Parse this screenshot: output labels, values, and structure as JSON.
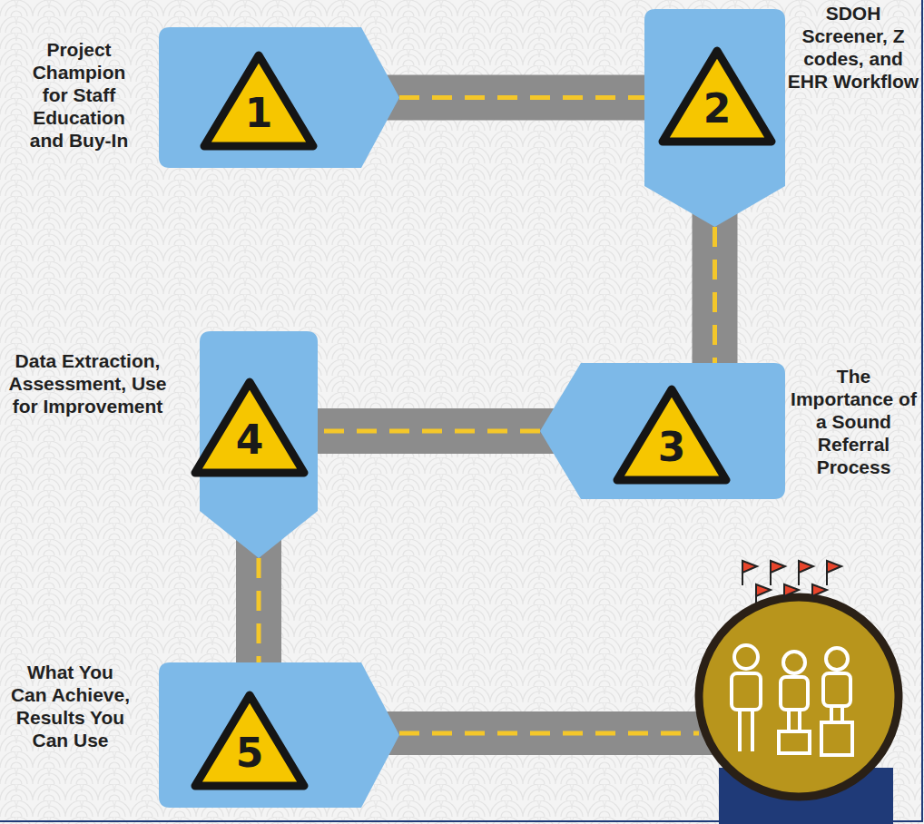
{
  "diagram": {
    "nodes": [
      {
        "text": [
          "Project Champion for Staff Education and Buy-In",
          "1"
        ]
      },
      {
        "text": [
          "SDOH Screener, Z codes, and EHR Workflow",
          "2"
        ]
      },
      {
        "text": [
          "The Importance of a Sound Referral Process",
          "3"
        ]
      },
      {
        "text": [
          "Data Extraction, Assessment, Use for Improvement",
          "4"
        ]
      },
      {
        "text": [
          "What You Can Achieve, Results You Can Use",
          "5"
        ]
      }
    ],
    "edges": [
      {
        "from": 0,
        "to": 1,
        "arrow": "none"
      },
      {
        "from": 1,
        "to": 2,
        "arrow": "none"
      },
      {
        "from": 2,
        "to": 3,
        "arrow": "none"
      },
      {
        "from": 3,
        "to": 4,
        "arrow": "none"
      }
    ]
  }
}
